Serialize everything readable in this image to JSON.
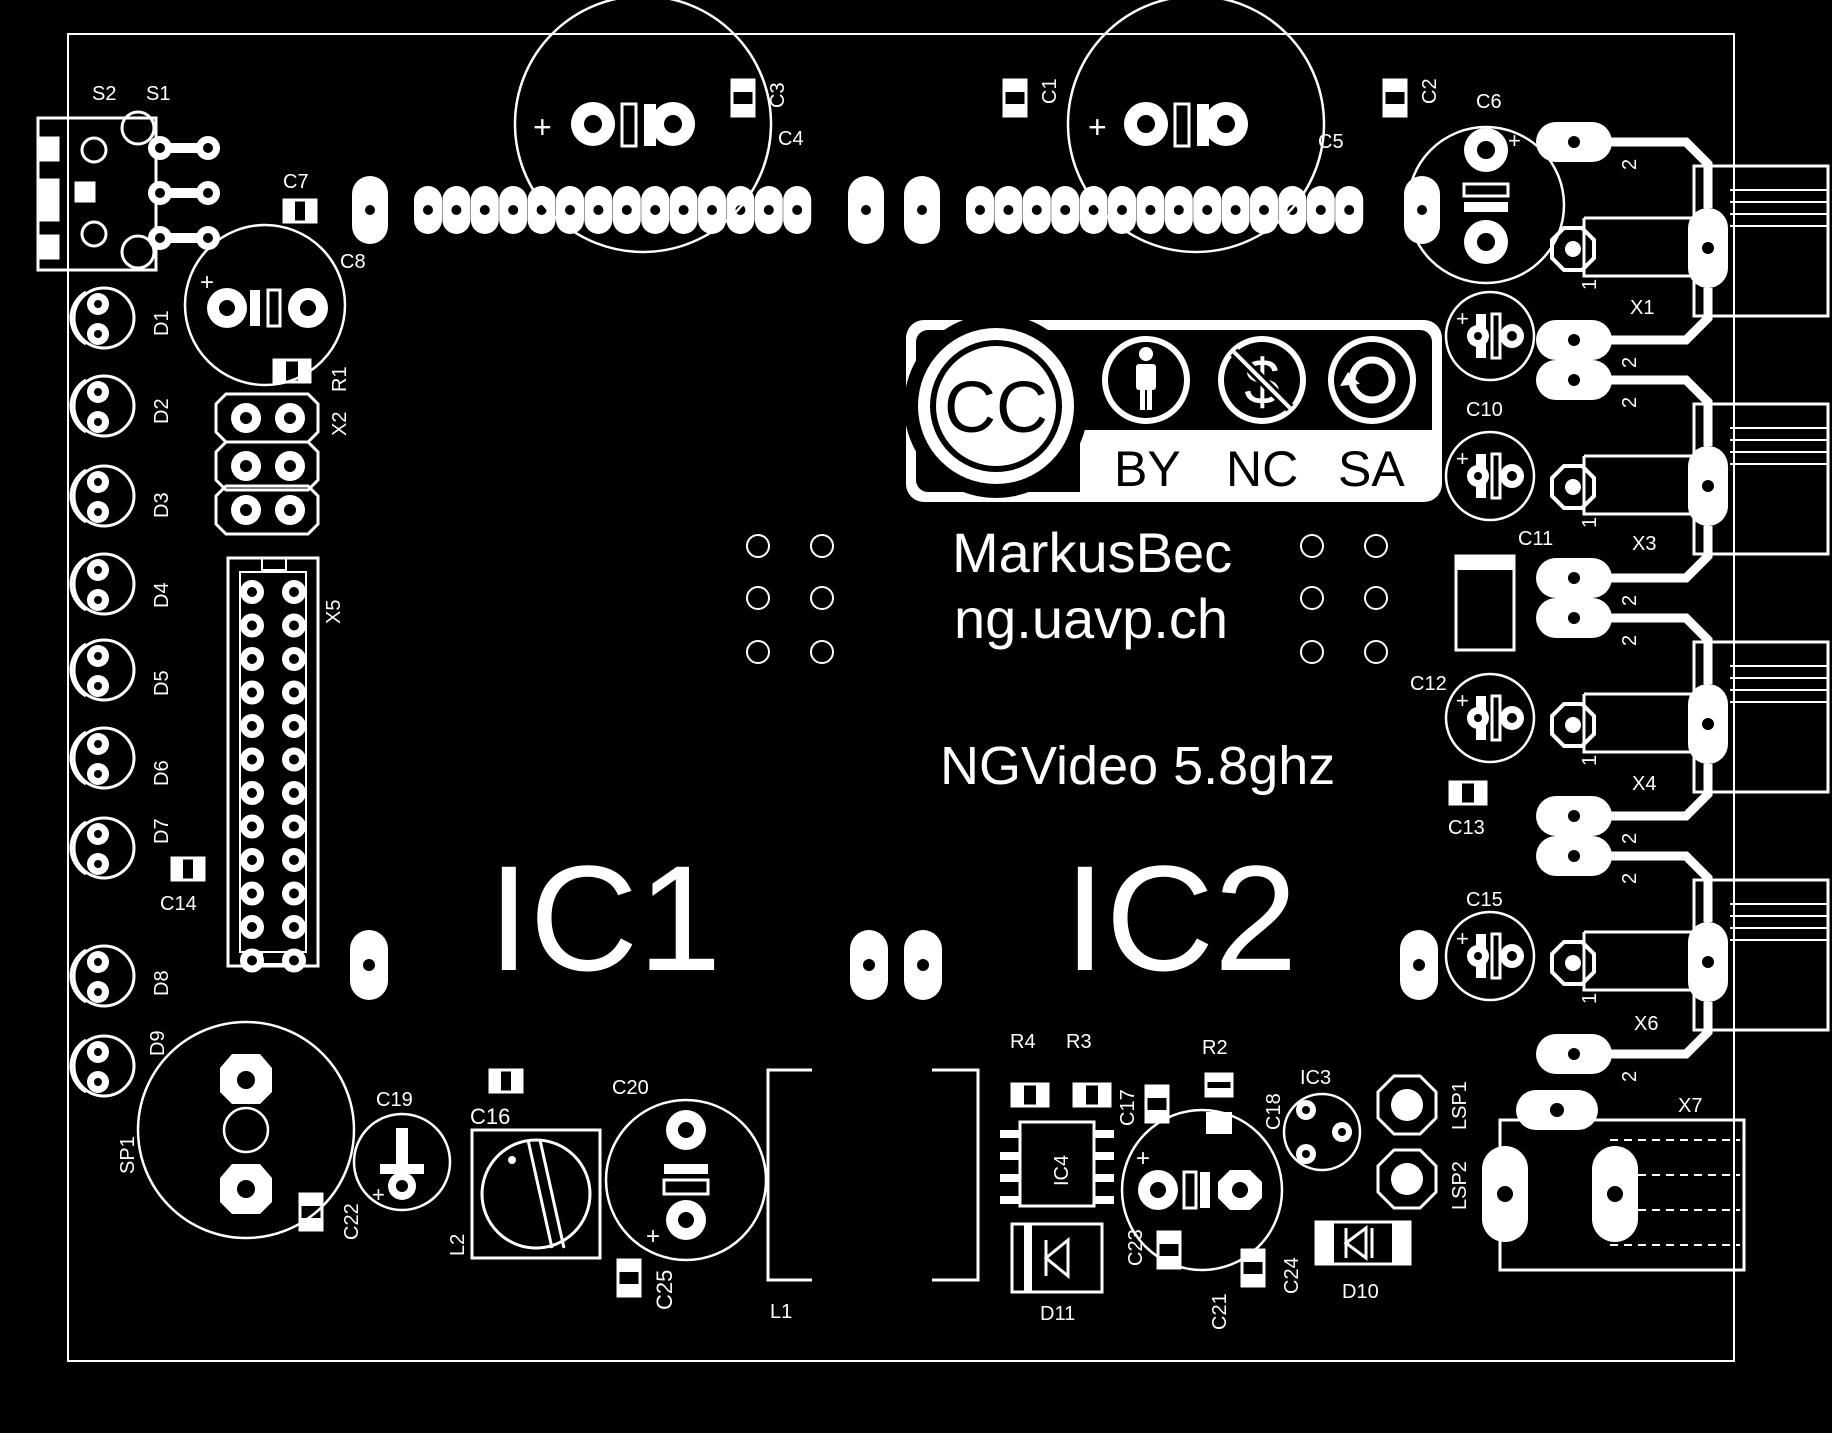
{
  "colors": {
    "background": "#000000",
    "silkscreen": "#ffffff"
  },
  "license": {
    "cc": "CC",
    "by": "BY",
    "nc": "NC",
    "sa": "SA"
  },
  "text": {
    "author_line1": "MarkusBec",
    "author_line2": "ng.uavp.ch",
    "product": "NGVideo 5.8ghz",
    "ic1": "IC1",
    "ic2": "IC2"
  },
  "labels": {
    "S1": "S1",
    "S2": "S2",
    "C1": "C1",
    "C2": "C2",
    "C3": "C3",
    "C4": "C4",
    "C5": "C5",
    "C6": "C6",
    "C7": "C7",
    "C8": "C8",
    "C10": "C10",
    "C11": "C11",
    "C12": "C12",
    "C13": "C13",
    "C14": "C14",
    "C15": "C15",
    "C16": "C16",
    "C17": "C17",
    "C18": "C18",
    "C19": "C19",
    "C20": "C20",
    "C21": "C21",
    "C22": "C22",
    "C23": "C23",
    "C24": "C24",
    "C25": "C25",
    "D1": "D1",
    "D2": "D2",
    "D3": "D3",
    "D4": "D4",
    "D5": "D5",
    "D6": "D6",
    "D7": "D7",
    "D8": "D8",
    "D9": "D9",
    "D10": "D10",
    "D11": "D11",
    "R1": "R1",
    "R2": "R2",
    "R3": "R3",
    "R4": "R4",
    "X1": "X1",
    "X2": "X2",
    "X3": "X3",
    "X4": "X4",
    "X5": "X5",
    "X6": "X6",
    "X7": "X7",
    "SP1": "SP1",
    "L1": "L1",
    "L2": "L2",
    "IC3": "IC3",
    "IC4": "IC4",
    "LSP1": "LSP1",
    "LSP2": "LSP2",
    "pin1": "1",
    "pin2": "2"
  }
}
